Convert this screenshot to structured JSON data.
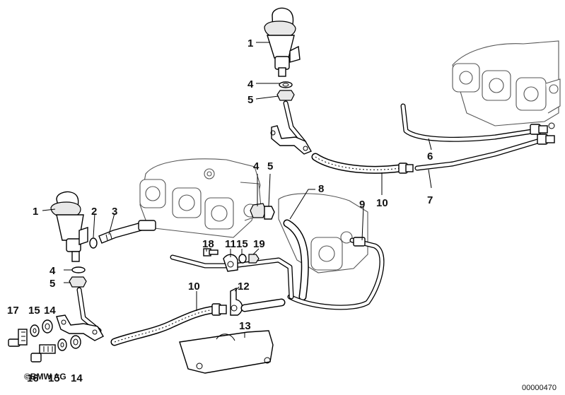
{
  "labels": {
    "n1_top": "1",
    "n4_top": "4",
    "n5_top": "5",
    "n6": "6",
    "n7": "7",
    "n10_top": "10",
    "n4_mid": "4",
    "n5_mid": "5",
    "n8": "8",
    "n9": "9",
    "n1_left": "1",
    "n2": "2",
    "n3": "3",
    "n18": "18",
    "n11": "11",
    "n15_mid": "15",
    "n19": "19",
    "n4_left": "4",
    "n5_left": "5",
    "n10_bottom": "10",
    "n12": "12",
    "n13": "13",
    "n17": "17",
    "n15_left": "15",
    "n14_left": "14",
    "n16": "16",
    "n15_bottom": "15",
    "n14_bottom": "14"
  },
  "copyright": "©BMW AG",
  "reference_number": "00000470"
}
